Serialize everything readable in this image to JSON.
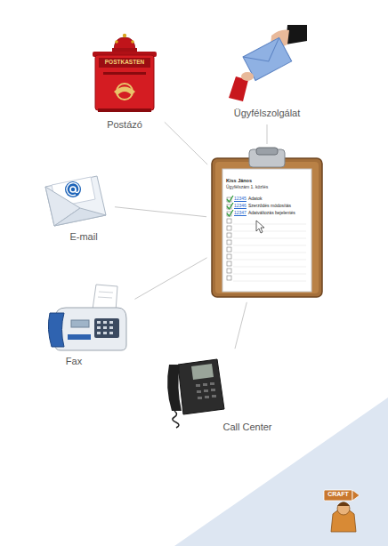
{
  "diagram": {
    "nodes": [
      {
        "text": [
          "POSTKASTEN",
          "Postázó"
        ]
      },
      {
        "text": [
          "Ügyfélszolgálat"
        ]
      },
      {
        "text": [
          "E-mail"
        ]
      },
      {
        "text": [
          "Kiss János",
          "Ügyfélszám 1. közlés",
          "12345",
          "Adatok",
          "12346",
          "Szerződés módosítás",
          "12347",
          "Adatváltozás bejelentés"
        ]
      },
      {
        "text": [
          "Fax"
        ]
      },
      {
        "text": [
          "Call Center"
        ]
      }
    ],
    "edges": [
      {
        "from": 0,
        "to": 3,
        "arrow": "none"
      },
      {
        "from": 1,
        "to": 3,
        "arrow": "none"
      },
      {
        "from": 2,
        "to": 3,
        "arrow": "none"
      },
      {
        "from": 4,
        "to": 3,
        "arrow": "none"
      },
      {
        "from": 5,
        "to": 3,
        "arrow": "none"
      }
    ],
    "labels": [
      "CRAFT"
    ]
  }
}
